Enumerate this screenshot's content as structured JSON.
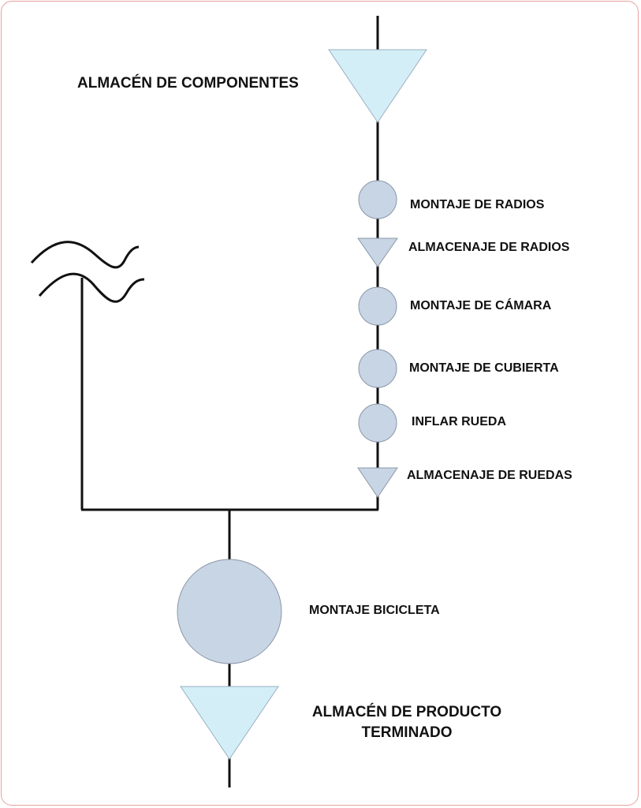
{
  "colors": {
    "storage_fill": "#d4eef8",
    "operation_fill": "#c8d5e5",
    "line": "#111111",
    "frame_border": "#e8a0a0"
  },
  "labels": {
    "almacen_componentes": "ALMACÉN DE COMPONENTES",
    "montaje_radios": "MONTAJE DE RADIOS",
    "almacenaje_radios": "ALMACENAJE DE RADIOS",
    "montaje_camara": "MONTAJE DE CÁMARA",
    "montaje_cubierta": "MONTAJE DE CUBIERTA",
    "inflar_rueda": "INFLAR RUEDA",
    "almacenaje_ruedas": "ALMACENAJE DE RUEDAS",
    "montaje_bicicleta": "MONTAJE BICICLETA",
    "almacen_producto_line1": "ALMACÉN DE PRODUCTO",
    "almacen_producto_line2": "TERMINADO"
  },
  "icons": {
    "storage": "inverted-triangle",
    "operation": "circle",
    "break": "double-wavy-line"
  }
}
